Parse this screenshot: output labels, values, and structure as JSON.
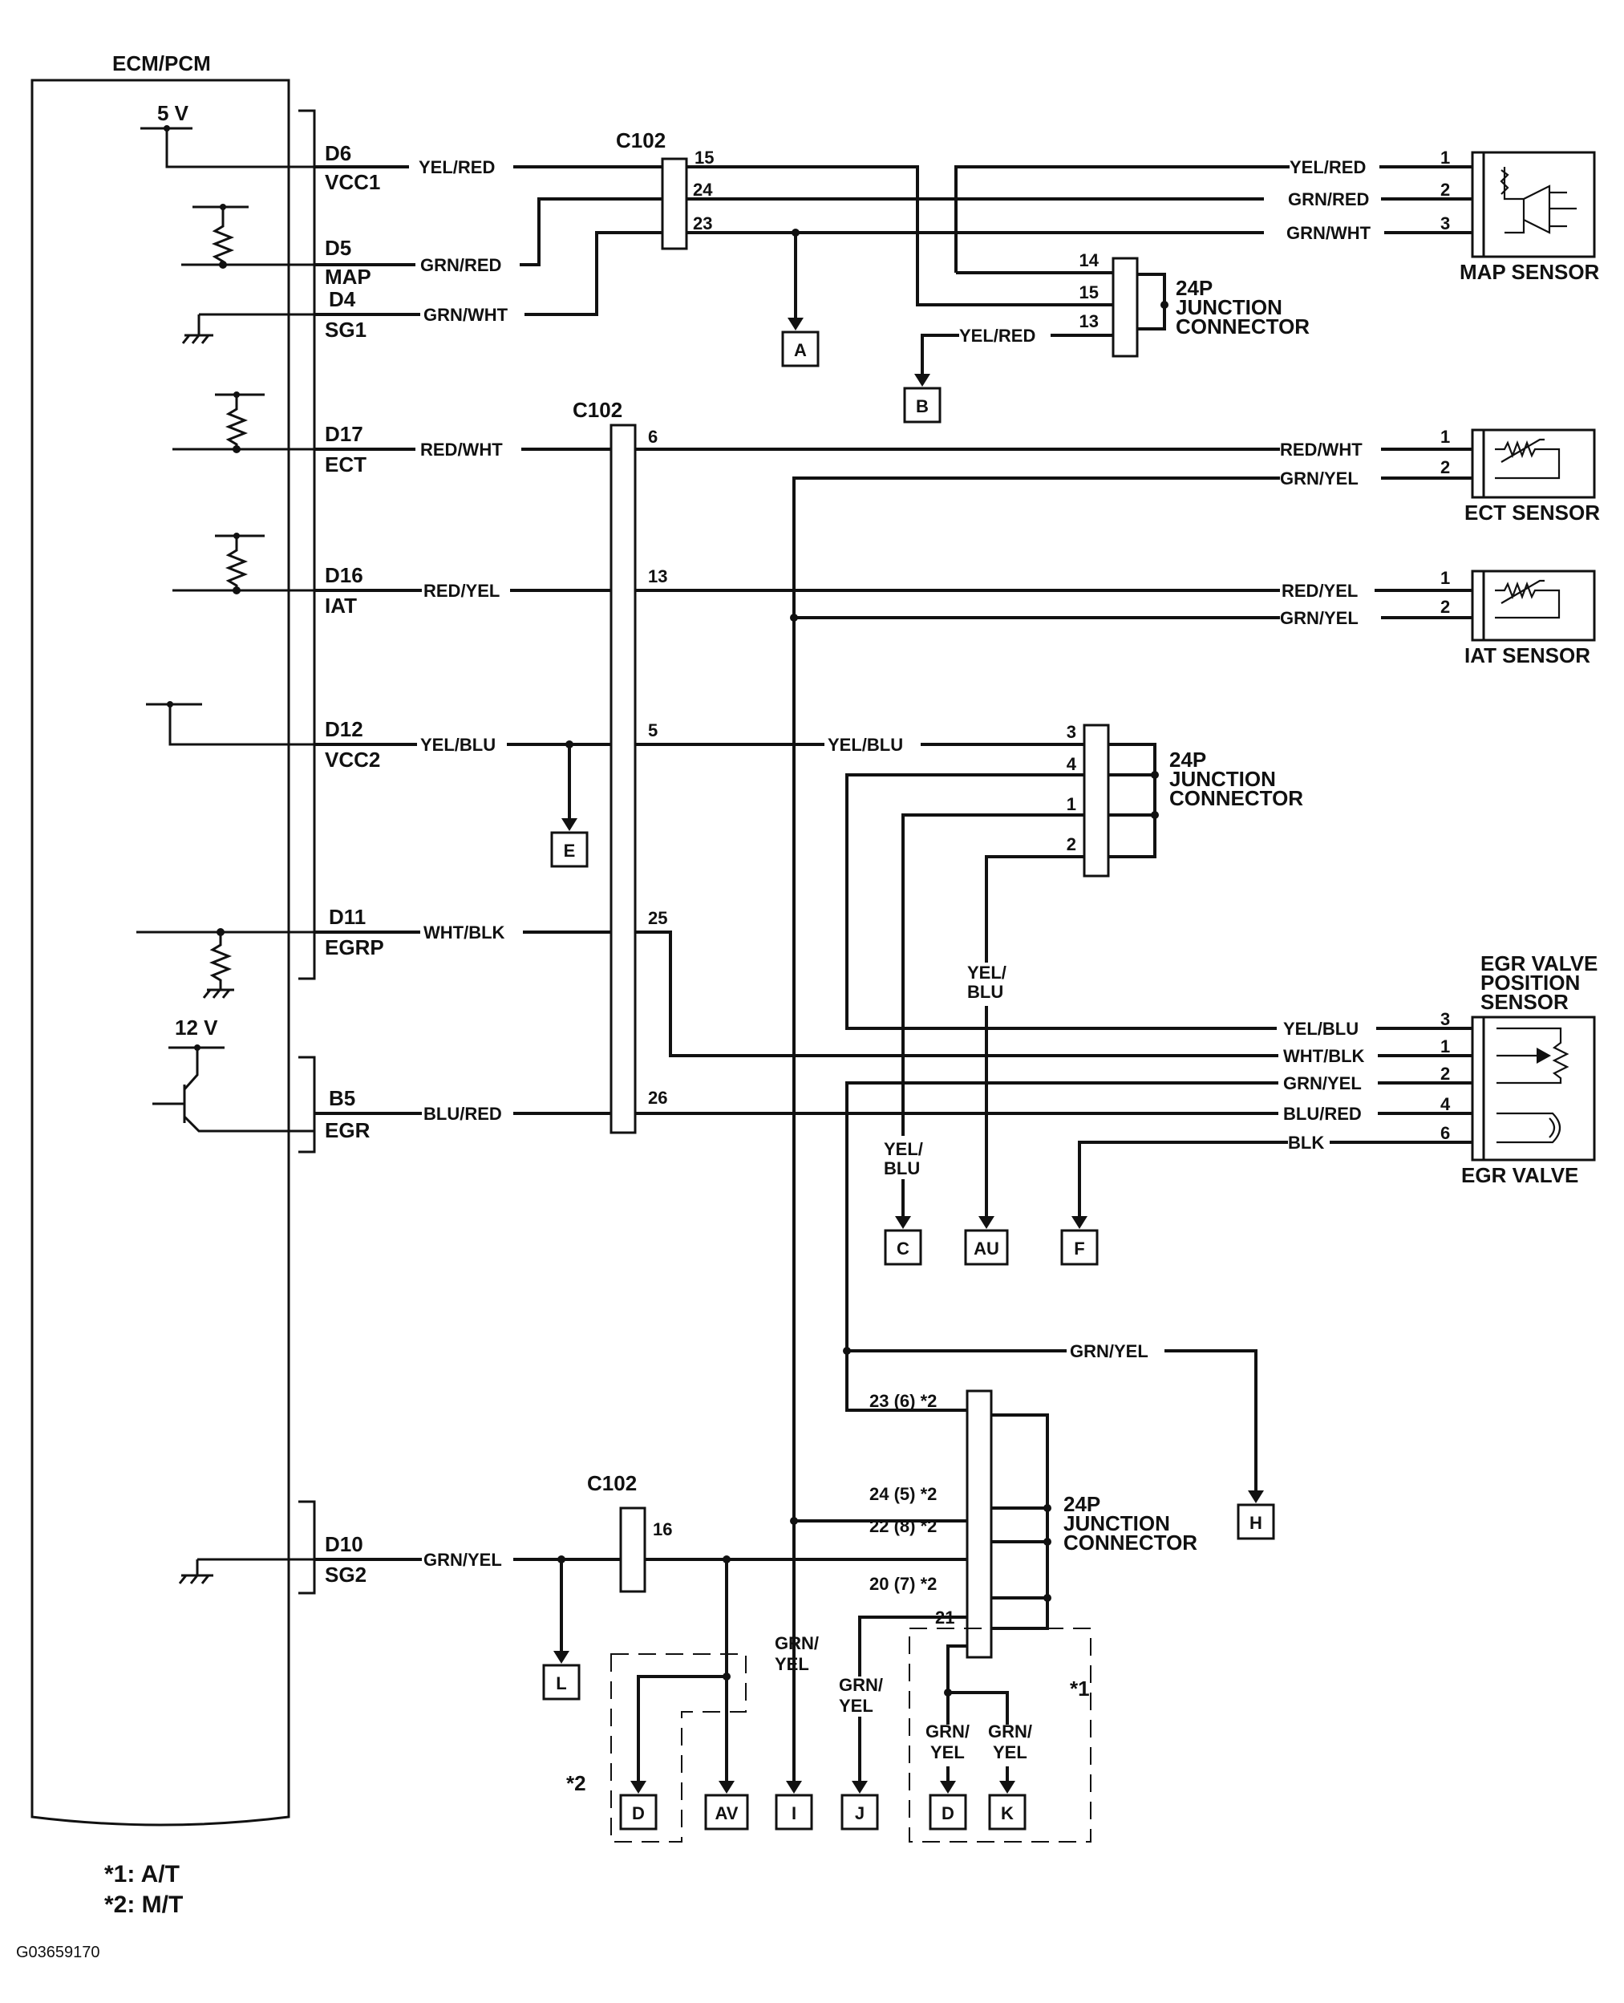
{
  "ecm": {
    "title": "ECM/PCM"
  },
  "supply": {
    "v5": "5 V",
    "v12": "12 V"
  },
  "pins": [
    {
      "pin": "D6",
      "name": "VCC1"
    },
    {
      "pin": "D5",
      "name": "MAP"
    },
    {
      "pin": "D4",
      "name": "SG1"
    },
    {
      "pin": "D17",
      "name": "ECT"
    },
    {
      "pin": "D16",
      "name": "IAT"
    },
    {
      "pin": "D12",
      "name": "VCC2"
    },
    {
      "pin": "D11",
      "name": "EGRP"
    },
    {
      "pin": "B5",
      "name": "EGR"
    },
    {
      "pin": "D10",
      "name": "SG2"
    }
  ],
  "wires": {
    "yel_red": "YEL/RED",
    "grn_red": "GRN/RED",
    "grn_wht": "GRN/WHT",
    "red_wht": "RED/WHT",
    "red_yel": "RED/YEL",
    "grn_yel": "GRN/YEL",
    "yel_blu": "YEL/BLU",
    "wht_blk": "WHT/BLK",
    "blu_red": "BLU/RED",
    "blk": "BLK",
    "grn_slash": "GRN/",
    "yel_part": "YEL",
    "yel_slash": "YEL/",
    "blu_part": "BLU"
  },
  "connectors": {
    "c102": "C102",
    "jc_24p": "24P",
    "jc_junction": "JUNCTION",
    "jc_connector": "CONNECTOR"
  },
  "pin_numbers": {
    "c102_top": [
      "15",
      "24",
      "23"
    ],
    "jc_top": [
      "14",
      "15",
      "13"
    ],
    "c102_mid": [
      "6",
      "13",
      "5",
      "25",
      "26"
    ],
    "jc_mid": [
      "3",
      "4",
      "1",
      "2"
    ],
    "c102_bottom": "16",
    "jc_bottom": [
      "23 (6) *2",
      "24 (5) *2",
      "22 (8) *2",
      "20 (7) *2",
      "21"
    ],
    "map_sensor": [
      "1",
      "2",
      "3"
    ],
    "ect_sensor": [
      "1",
      "2"
    ],
    "iat_sensor": [
      "1",
      "2"
    ],
    "egr_valve": [
      "3",
      "1",
      "2",
      "4",
      "6"
    ]
  },
  "components": {
    "map_sensor": "MAP SENSOR",
    "ect_sensor": "ECT SENSOR",
    "iat_sensor": "IAT SENSOR",
    "egr_pos_1": "EGR VALVE",
    "egr_pos_2": "POSITION",
    "egr_pos_3": "SENSOR",
    "egr_valve": "EGR VALVE"
  },
  "refs": [
    "A",
    "B",
    "E",
    "C",
    "AU",
    "F",
    "H",
    "L",
    "D",
    "AV",
    "I",
    "J",
    "D",
    "K"
  ],
  "notes": {
    "mark1": "*1",
    "mark2": "*2"
  },
  "footnotes": [
    "*1: A/T",
    "*2: M/T"
  ],
  "figure_code": "G03659170"
}
